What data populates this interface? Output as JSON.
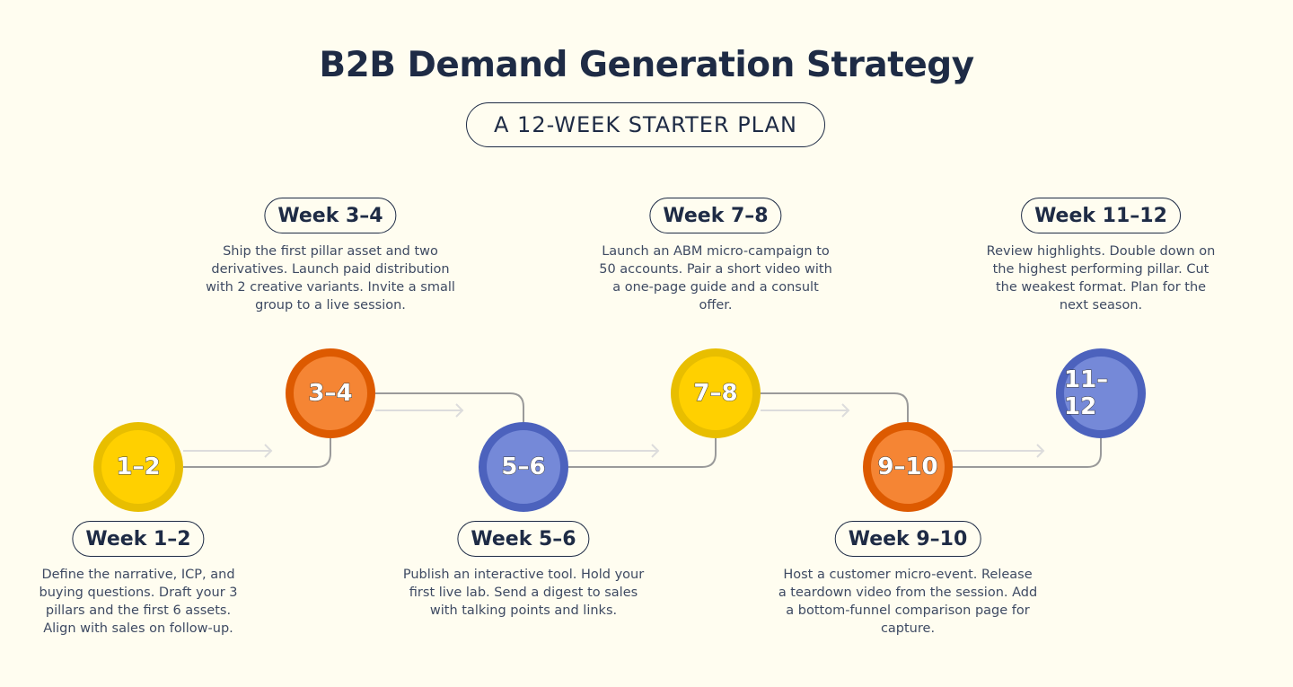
{
  "title": "B2B Demand Generation Strategy",
  "subtitle": "A 12-WEEK STARTER PLAN",
  "colors": {
    "yellow": [
      "#E8BE00",
      "#FFD000"
    ],
    "orange": [
      "#DD5A00",
      "#F58534"
    ],
    "blue": [
      "#4C62BD",
      "#7589D8"
    ]
  },
  "steps": [
    {
      "badge": "1–2",
      "label": "Week 1–2",
      "color": "yellow",
      "text": "Define the narrative, ICP, and buying questions. Draft your 3 pillars and the first 6 assets. Align with sales on follow-up."
    },
    {
      "badge": "3–4",
      "label": "Week 3–4",
      "color": "orange",
      "text": "Ship the first pillar asset and two derivatives. Launch paid distribution with 2 creative variants. Invite a small group to a live session."
    },
    {
      "badge": "5–6",
      "label": "Week 5–6",
      "color": "blue",
      "text": "Publish an interactive tool. Hold your first live lab. Send a digest to sales with talking points and links."
    },
    {
      "badge": "7–8",
      "label": "Week 7–8",
      "color": "yellow",
      "text": "Launch an ABM micro-campaign to 50 accounts. Pair a short video with a one-page guide and a consult offer."
    },
    {
      "badge": "9–10",
      "label": "Week 9–10",
      "color": "orange",
      "text": "Host a customer micro-event. Release a teardown video from the session. Add a bottom-funnel comparison page for capture."
    },
    {
      "badge": "11–12",
      "label": "Week 11–12",
      "color": "blue",
      "text": "Review highlights. Double down on the highest performing pillar. Cut the weakest format. Plan for the next season."
    }
  ]
}
